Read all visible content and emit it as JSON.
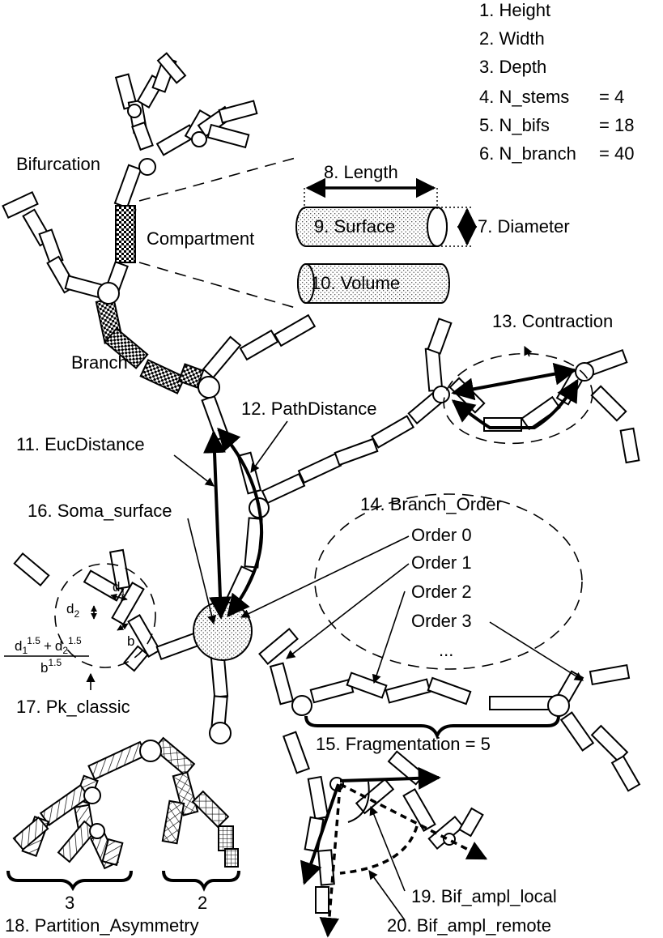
{
  "measures": [
    {
      "num": "1.",
      "label": "Height",
      "value": ""
    },
    {
      "num": "2.",
      "label": "Width",
      "value": ""
    },
    {
      "num": "3.",
      "label": "Depth",
      "value": ""
    },
    {
      "num": "4.",
      "label": "N_stems",
      "value": "=   4"
    },
    {
      "num": "5.",
      "label": "N_bifs",
      "value": "= 18"
    },
    {
      "num": "6.",
      "label": "N_branch",
      "value": "= 40"
    }
  ],
  "labels": {
    "bifurcation": "Bifurcation",
    "compartment": "Compartment",
    "branch": "Branch",
    "length": "8. Length",
    "surface": "9. Surface",
    "diameter": "7. Diameter",
    "volume": "10. Volume",
    "contraction": "13. Contraction",
    "path_distance": "12. PathDistance",
    "euc_distance": "11. EucDistance",
    "soma_surface": "16. Soma_surface",
    "branch_order": "14. Branch_Order",
    "ellipsis": "...",
    "pk_classic": "17. Pk_classic",
    "fragmentation": "15. Fragmentation = 5",
    "partition_left": "3",
    "partition_right": "2",
    "partition_asymmetry": "18. Partition_Asymmetry",
    "bif_ampl_local": "19. Bif_ampl_local",
    "bif_ampl_remote": "20. Bif_ampl_remote"
  },
  "orders": [
    "Order 0",
    "Order 1",
    "Order 2",
    "Order 3"
  ],
  "formula": {
    "d1": "d",
    "d1_sub": "1",
    "d2": "d",
    "d2_sub": "2",
    "b": "b",
    "num_d1": "d",
    "num_d1_sub": "1",
    "num_d1_sup": "1.5",
    "plus": "+",
    "num_d2": "d",
    "num_d2_sub": "2",
    "num_d2_sup": "1.5",
    "den_b": "b",
    "den_b_sup": "1.5"
  }
}
